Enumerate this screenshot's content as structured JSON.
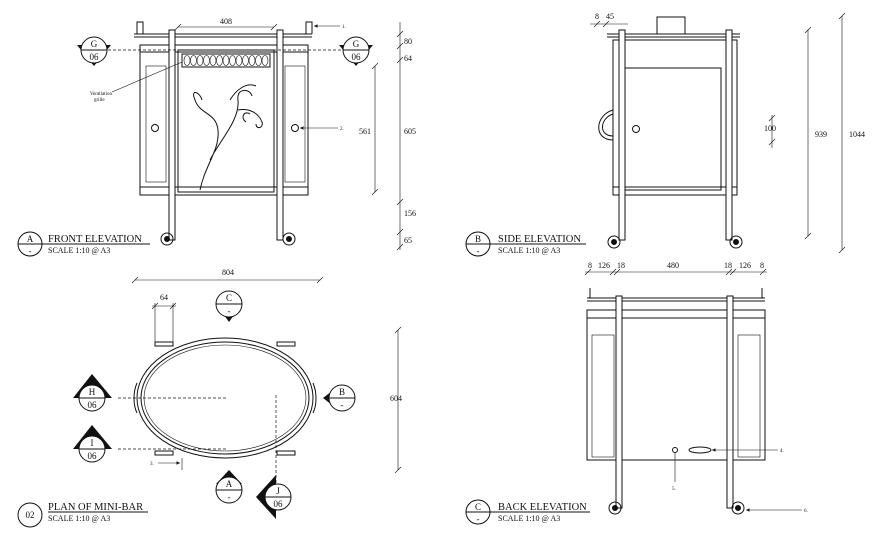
{
  "front": {
    "title": "FRONT ELEVATION",
    "scale": "SCALE 1:10 @ A3",
    "ref_letter": "A",
    "ref_sheet": "-",
    "grille_label_1": "Ventilation",
    "grille_label_2": "grille",
    "dims": {
      "width": "408",
      "top": "80",
      "frame": "64",
      "height_inner": "561",
      "height_total": "605",
      "lower": "156",
      "wheel": "65"
    },
    "callout_1": "1.",
    "callout_2": "2.",
    "section_left_letter": "G",
    "section_left_sheet": "06",
    "section_right_letter": "G",
    "section_right_sheet": "06"
  },
  "side": {
    "title": "SIDE ELEVATION",
    "scale": "SCALE 1:10 @ A3",
    "ref_letter": "B",
    "ref_sheet": "-",
    "dims": {
      "a": "8",
      "b": "45",
      "handle": "100",
      "body": "939",
      "total": "1044"
    }
  },
  "plan": {
    "title": "PLAN OF MINI-BAR",
    "scale": "SCALE 1:10 @ A3",
    "ref": "02",
    "dims": {
      "width": "804",
      "handle": "64",
      "depth": "604"
    },
    "callout_3": "3.",
    "mark_c": {
      "letter": "C",
      "sheet": "-"
    },
    "mark_h": {
      "letter": "H",
      "sheet": "06"
    },
    "mark_i": {
      "letter": "I",
      "sheet": "06"
    },
    "mark_b": {
      "letter": "B",
      "sheet": "-"
    },
    "mark_a": {
      "letter": "A",
      "sheet": "-"
    },
    "mark_j": {
      "letter": "J",
      "sheet": "06"
    }
  },
  "back": {
    "title": "BACK ELEVATION",
    "scale": "SCALE 1:10 @ A3",
    "ref_letter": "C",
    "ref_sheet": "-",
    "dims": [
      "8",
      "126",
      "18",
      "480",
      "18",
      "126",
      "8"
    ],
    "callout_4": "4.",
    "callout_5": "5.",
    "callout_6": "6."
  }
}
